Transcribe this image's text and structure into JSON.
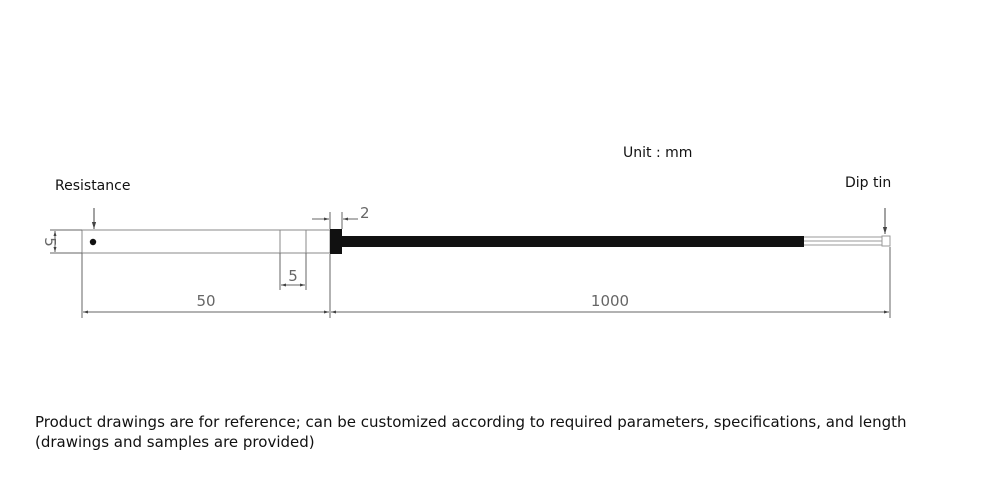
{
  "labels": {
    "unit": "Unit : mm",
    "resistance": "Resistance",
    "dip_tin": "Dip tin"
  },
  "dimensions": {
    "probe_diameter": "5",
    "groove_width": "5",
    "sleeve_length": "2",
    "probe_length": "50",
    "cable_length": "1000"
  },
  "note": "Product drawings are for reference; can be customized according to required parameters, specifications, and length (drawings and samples are provided)"
}
